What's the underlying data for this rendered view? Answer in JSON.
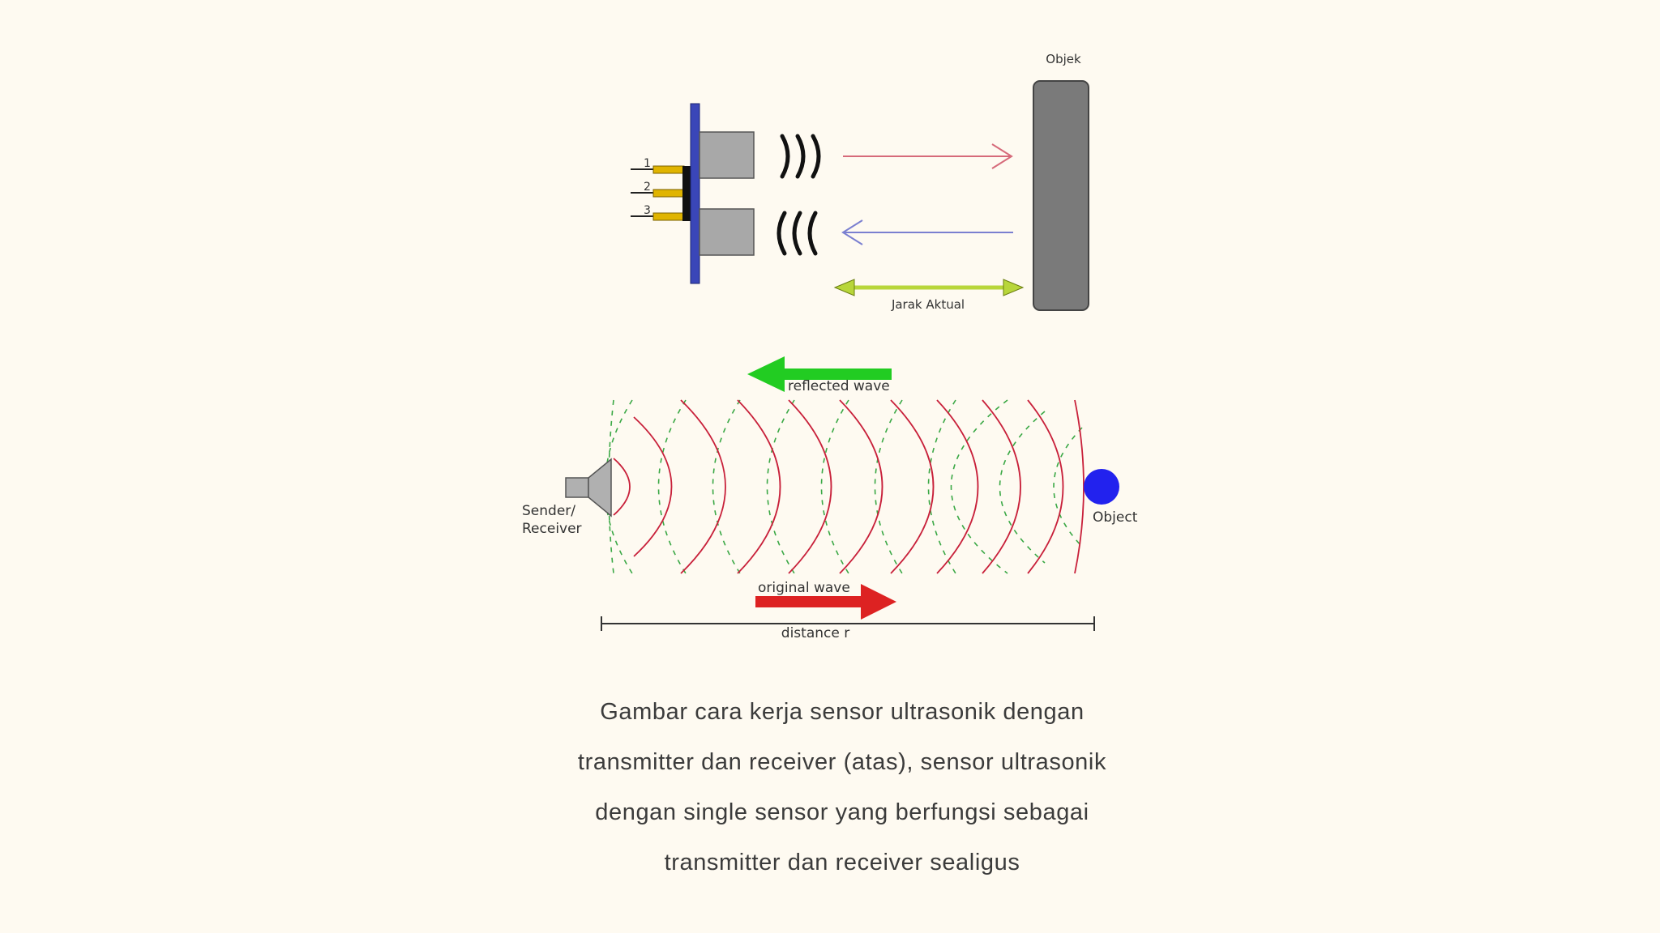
{
  "diagram1": {
    "object_label": "Objek",
    "pins": [
      "1",
      "2",
      "3"
    ],
    "distance_label": "Jarak Aktual"
  },
  "diagram2": {
    "reflected_label": "reflected wave",
    "original_label": "original wave",
    "sender_label_line1": "Sender/",
    "sender_label_line2": "Receiver",
    "object_label": "Object",
    "distance_label": "distance r"
  },
  "caption": {
    "lines": [
      "Gambar cara kerja sensor ultrasonik dengan",
      "transmitter dan receiver (atas), sensor ultrasonik",
      "dengan single sensor yang berfungsi sebagai",
      "transmitter dan receiver sealigus"
    ]
  },
  "colors": {
    "background": "#fefaf1",
    "board": "#3a46b8",
    "transducer": "#a8a8a8",
    "object_block": "#7a7a7a",
    "send_arrow": "#d66a7a",
    "echo_arrow": "#7a7fd0",
    "distance_arrow": "#b8d63a",
    "pin": "#e0b400",
    "original_wave": "#c8203a",
    "reflected_wave": "#3aa845",
    "reflected_arrow": "#22cc22",
    "original_arrow": "#dd2222",
    "object_dot": "#2222ee"
  }
}
